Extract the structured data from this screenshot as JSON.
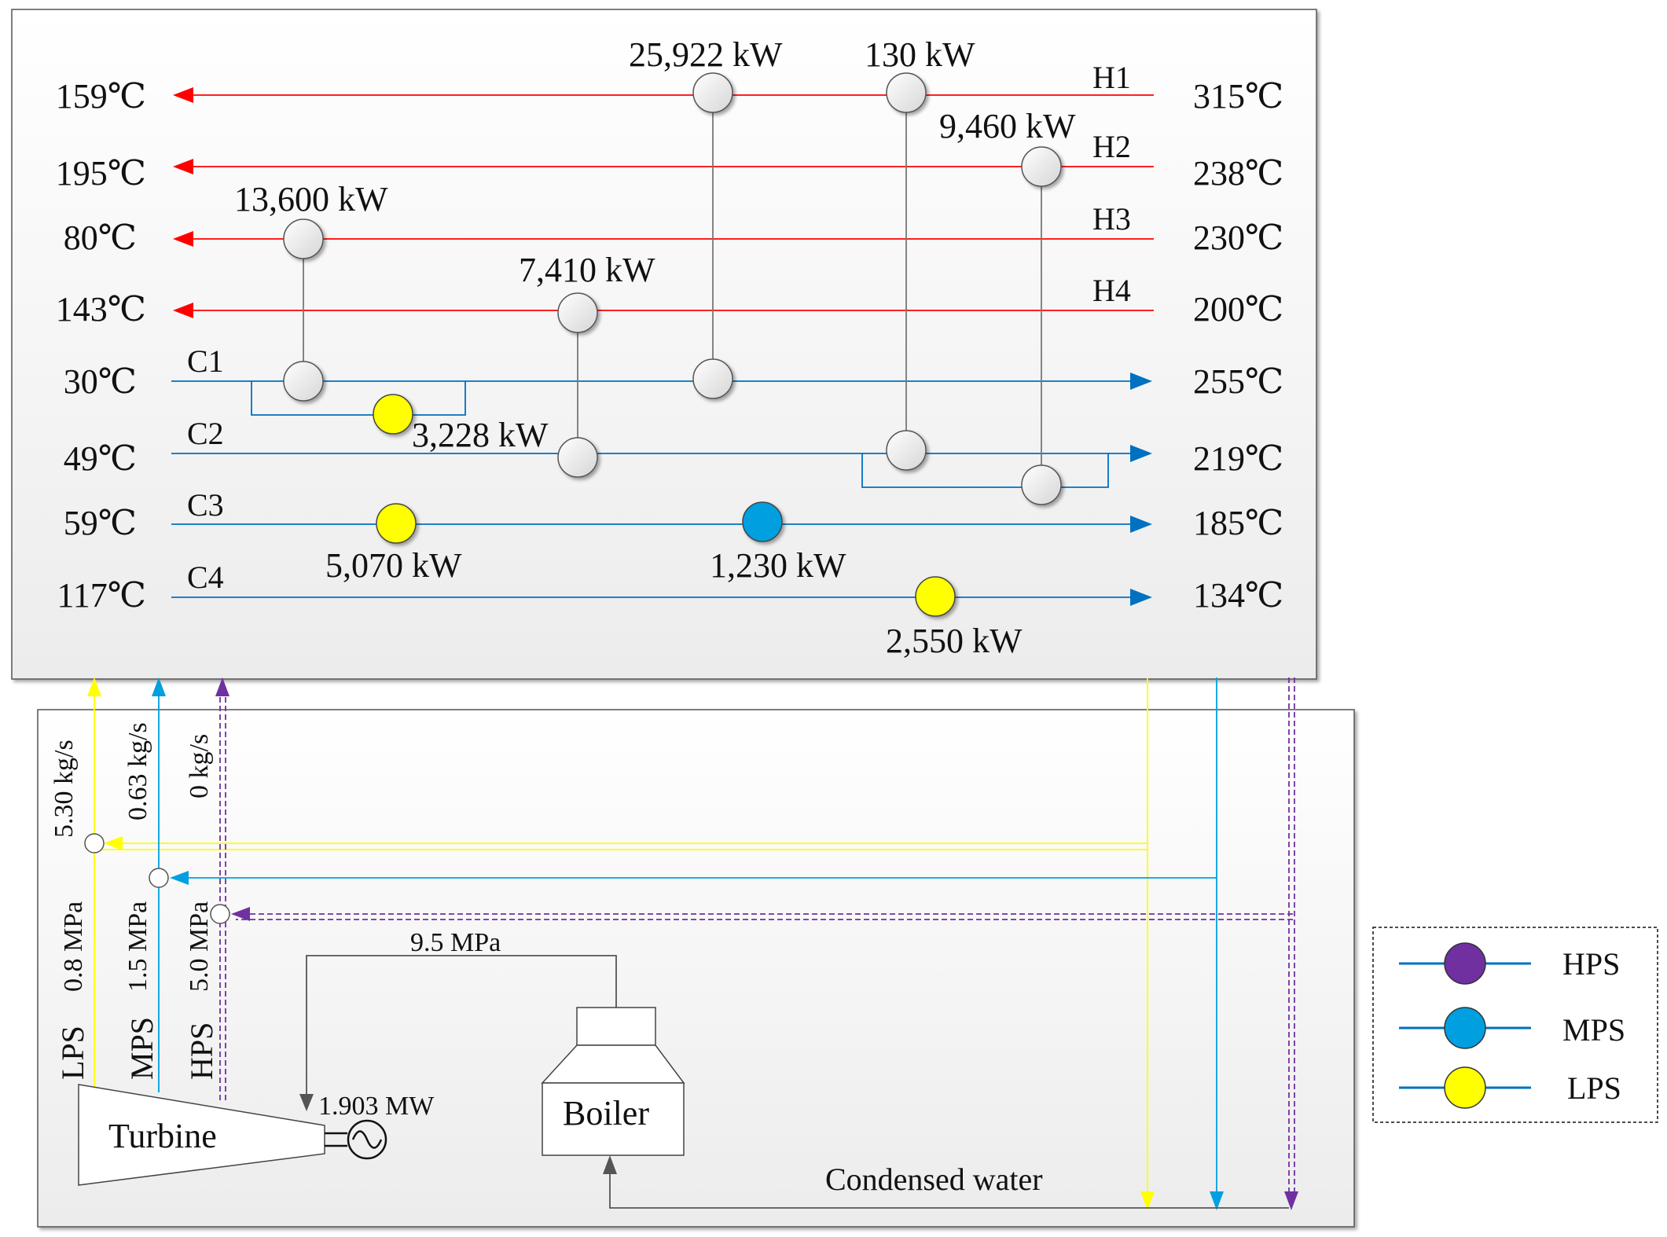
{
  "streams": {
    "hot": [
      {
        "name": "H1",
        "inlet": "315℃",
        "outlet": "159℃"
      },
      {
        "name": "H2",
        "inlet": "238℃",
        "outlet": "195℃"
      },
      {
        "name": "H3",
        "inlet": "230℃",
        "outlet": "80℃"
      },
      {
        "name": "H4",
        "inlet": "200℃",
        "outlet": "143℃"
      }
    ],
    "cold": [
      {
        "name": "C1",
        "inlet": "30℃",
        "outlet": "255℃"
      },
      {
        "name": "C2",
        "inlet": "49℃",
        "outlet": "219℃"
      },
      {
        "name": "C3",
        "inlet": "59℃",
        "outlet": "185℃"
      },
      {
        "name": "C4",
        "inlet": "117℃",
        "outlet": "134℃"
      }
    ]
  },
  "exchangers": [
    {
      "duty": "25,922 kW",
      "hot": "H1",
      "cold": "C1"
    },
    {
      "duty": "130 kW",
      "hot": "H1",
      "cold": "C2"
    },
    {
      "duty": "9,460 kW",
      "hot": "H2",
      "cold": "C2"
    },
    {
      "duty": "13,600 kW",
      "hot": "H3",
      "cold": "C1"
    },
    {
      "duty": "7,410 kW",
      "hot": "H4",
      "cold": "C2"
    }
  ],
  "utility_heaters": [
    {
      "duty": "3,228 kW",
      "stream": "C1",
      "utility": "LPS"
    },
    {
      "duty": "5,070 kW",
      "stream": "C3",
      "utility": "LPS"
    },
    {
      "duty": "1,230 kW",
      "stream": "C3",
      "utility": "MPS"
    },
    {
      "duty": "2,550 kW",
      "stream": "C4",
      "utility": "LPS"
    }
  ],
  "steam": {
    "lps": {
      "label": "LPS",
      "pressure": "0.8 MPa",
      "flow": "5.30 kg/s",
      "color": "#ffff00"
    },
    "mps": {
      "label": "MPS",
      "pressure": "1.5 MPa",
      "flow": "0.63 kg/s",
      "color": "#00a0e0"
    },
    "hps": {
      "label": "HPS",
      "pressure": "5.0 MPa",
      "flow": "0 kg/s",
      "color": "#7030a0"
    }
  },
  "plant": {
    "boiler_pressure": "9.5 MPa",
    "turbine": "Turbine",
    "boiler": "Boiler",
    "power": "1.903 MW",
    "condensed_water": "Condensed water"
  },
  "legend": [
    {
      "label": "HPS",
      "color": "#7030a0"
    },
    {
      "label": "MPS",
      "color": "#00a0e0"
    },
    {
      "label": "LPS",
      "color": "#ffff00"
    }
  ],
  "colors": {
    "hot_line": "#ff0000",
    "cold_line": "#0070c0"
  }
}
